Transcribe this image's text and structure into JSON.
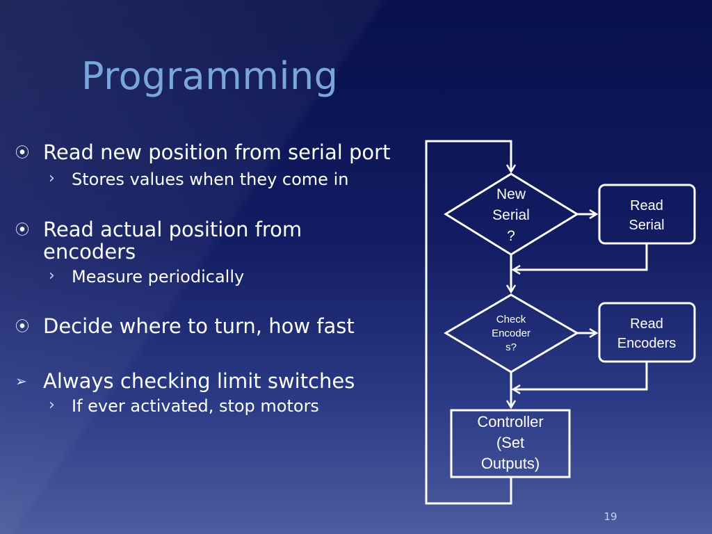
{
  "slide": {
    "title": "Programming",
    "page_number": "19"
  },
  "bullets": [
    {
      "text": "Read new position from serial port",
      "marker": "⦿",
      "sub": [
        "Stores values when they come in"
      ]
    },
    {
      "text": "Read actual position from encoders",
      "marker": "⦿",
      "sub": [
        "Measure periodically"
      ]
    },
    {
      "text": "Decide where to turn, how fast",
      "marker": "⦿",
      "sub": []
    },
    {
      "text": "Always checking limit switches",
      "marker": "➢",
      "sub": [
        "If ever activated, stop motors"
      ]
    }
  ],
  "sub_marker": "›",
  "flowchart": {
    "decision_new_serial": [
      "New",
      "Serial",
      "?"
    ],
    "process_read_serial": [
      "Read",
      "Serial"
    ],
    "decision_check_encoders": [
      "Check",
      "Encoder",
      "s?"
    ],
    "process_read_encoders": [
      "Read",
      "Encoders"
    ],
    "process_controller": [
      "Controller",
      "(Set",
      "Outputs)"
    ]
  }
}
